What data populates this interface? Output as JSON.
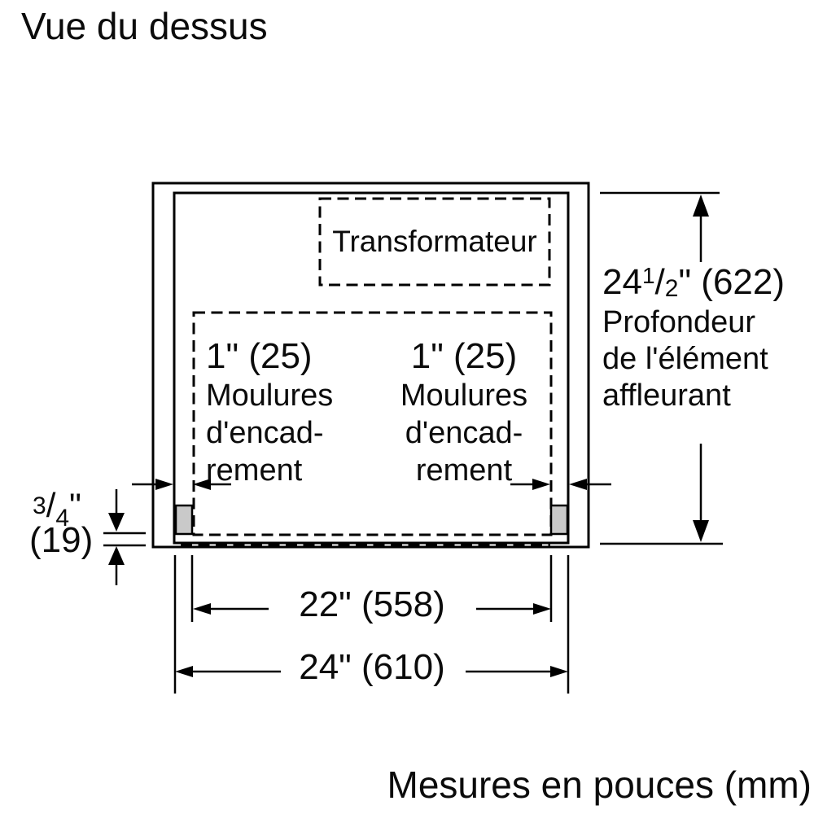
{
  "title": "Vue du dessus",
  "caption": "Mesures en pouces (mm)",
  "transformer": {
    "label": "Transformateur"
  },
  "trim_left": {
    "size": "1\" (25)",
    "lines": [
      "Moulures",
      "d'encad-",
      "rement"
    ]
  },
  "trim_right": {
    "size": "1\" (25)",
    "lines": [
      "Moulures",
      "d'encad-",
      "rement"
    ]
  },
  "depth": {
    "whole": "24",
    "frac_num": "1",
    "frac_slash": "/",
    "frac_den": "2",
    "rest": "\" (622)",
    "lines": [
      "Profondeur",
      "de l'élément",
      "affleurant"
    ]
  },
  "thickness": {
    "frac_num": "3",
    "frac_slash": "/",
    "frac_den": "4",
    "quote": "\"",
    "mm": "(19)"
  },
  "width_inner": "22\" (558)",
  "width_outer": "24\" (610)",
  "colors": {
    "line": "#000000",
    "trim_fill": "#c9c9c9",
    "background": "#ffffff"
  }
}
